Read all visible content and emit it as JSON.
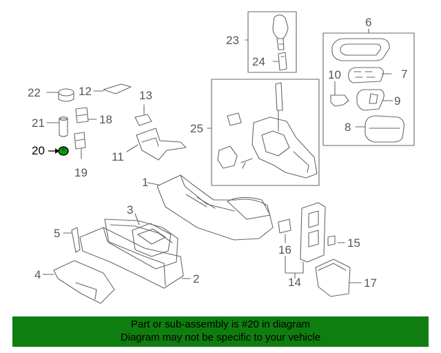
{
  "callouts": {
    "n1": "1",
    "n2": "2",
    "n3": "3",
    "n4": "4",
    "n5": "5",
    "n6": "6",
    "n7": "7",
    "n8": "8",
    "n9": "9",
    "n10": "10",
    "n11": "11",
    "n12": "12",
    "n13": "13",
    "n14": "14",
    "n15": "15",
    "n16": "16",
    "n17": "17",
    "n18": "18",
    "n19": "19",
    "n20": "20",
    "n21": "21",
    "n22": "22",
    "n23": "23",
    "n24": "24",
    "n25": "25"
  },
  "highlight_part": "20",
  "colors": {
    "banner": "#0f7d0f",
    "highlight": "#0a9a0a",
    "lines": "#666666"
  },
  "banner": {
    "line1": "Part or sub-assembly is #20 in diagram",
    "line2": "Diagram may not be specific to your vehicle"
  }
}
